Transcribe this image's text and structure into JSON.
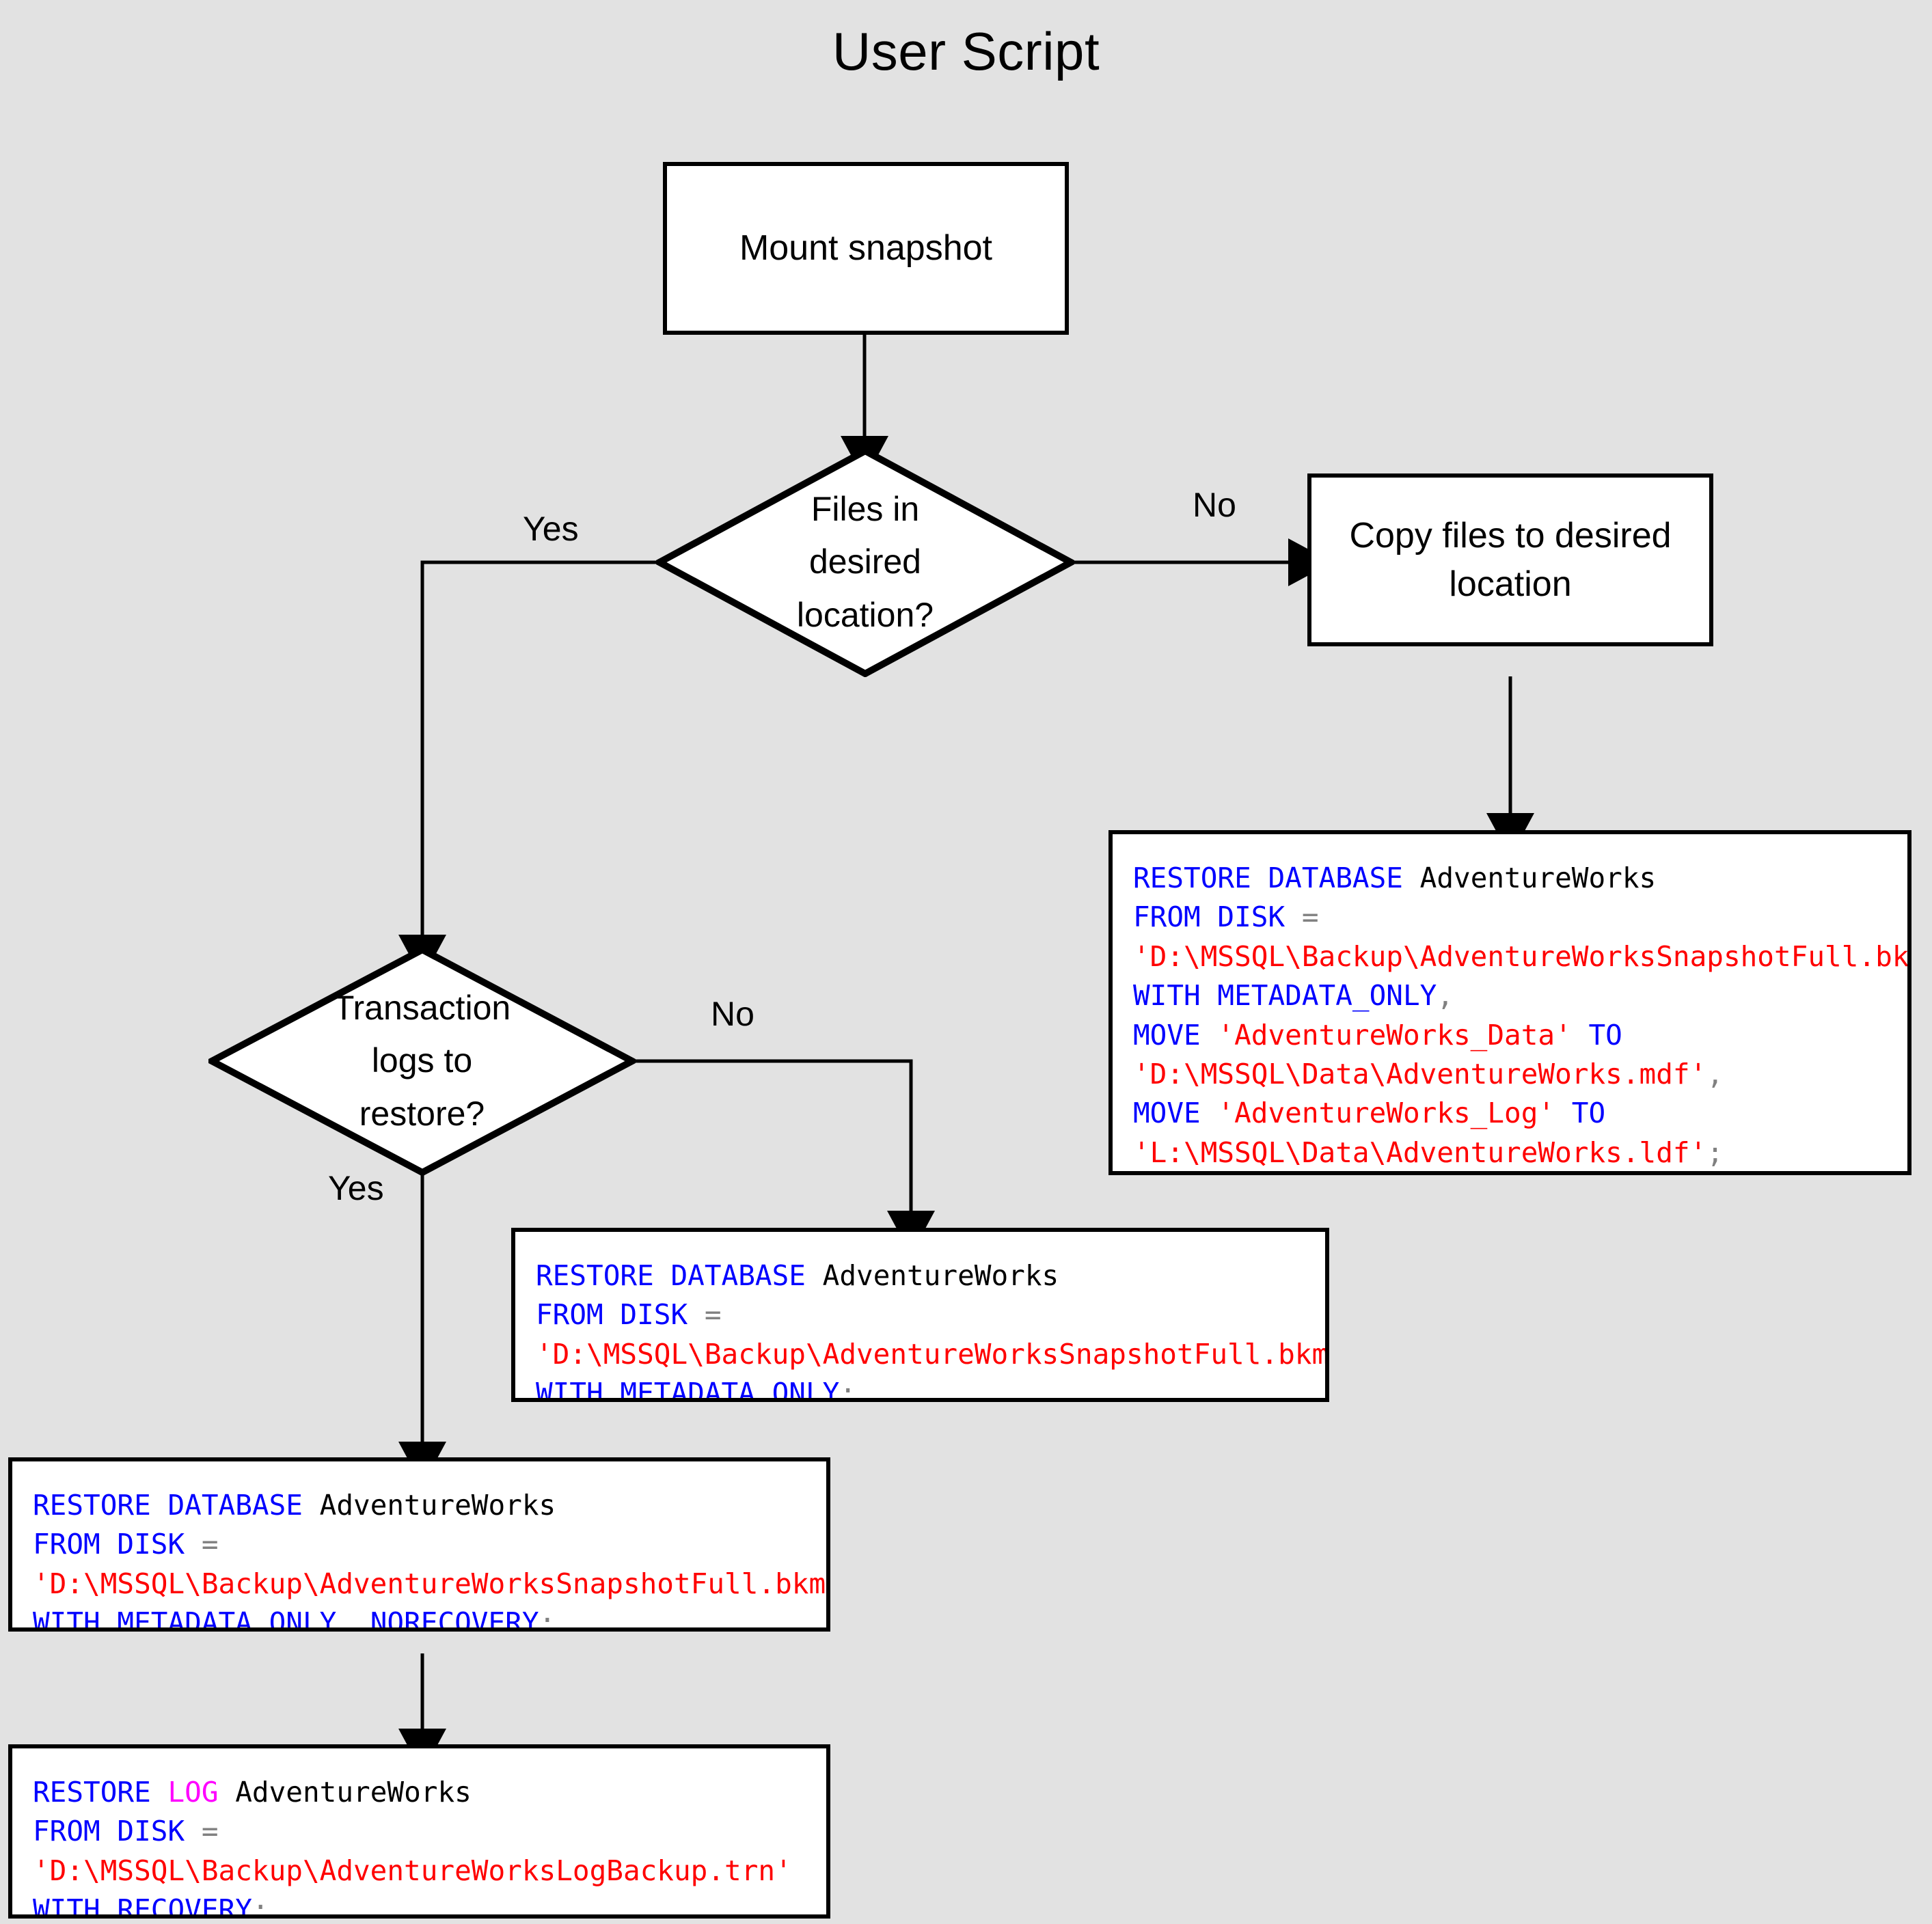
{
  "title": "User Script",
  "background_color": "#e2e2e2",
  "colors": {
    "keyword": "#0000ff",
    "log_keyword": "#ff00ff",
    "string": "#ff0000",
    "punctuation": "#808080",
    "identifier": "#000000",
    "shape_border": "#000000",
    "shape_fill": "#ffffff"
  },
  "nodes": {
    "mount_snapshot": {
      "label": "Mount snapshot",
      "type": "process"
    },
    "files_in_location": {
      "label": "Files in\ndesired\nlocation?",
      "type": "decision"
    },
    "copy_files": {
      "label": "Copy files to desired\nlocation",
      "type": "process"
    },
    "transaction_logs": {
      "label": "Transaction\nlogs to\nrestore?",
      "type": "decision"
    }
  },
  "edge_labels": {
    "files_yes": "Yes",
    "files_no": "No",
    "logs_no": "No",
    "logs_yes": "Yes"
  },
  "code_blocks": {
    "restore_with_move": {
      "name": "restore-database-with-move",
      "lines": [
        [
          {
            "t": "RESTORE DATABASE ",
            "c": "kw"
          },
          {
            "t": "AdventureWorks",
            "c": "idn"
          }
        ],
        [
          {
            "t": "FROM DISK ",
            "c": "kw"
          },
          {
            "t": "=",
            "c": "pun"
          }
        ],
        [
          {
            "t": "'D:\\MSSQL\\Backup\\AdventureWorksSnapshotFull.bkm'",
            "c": "str"
          }
        ],
        [
          {
            "t": "WITH METADATA_ONLY",
            "c": "kw"
          },
          {
            "t": ",",
            "c": "pun"
          }
        ],
        [
          {
            "t": "MOVE ",
            "c": "kw"
          },
          {
            "t": "'AdventureWorks_Data'",
            "c": "str"
          },
          {
            "t": " TO",
            "c": "kw"
          }
        ],
        [
          {
            "t": "'D:\\MSSQL\\Data\\AdventureWorks.mdf'",
            "c": "str"
          },
          {
            "t": ",",
            "c": "pun"
          }
        ],
        [
          {
            "t": "MOVE ",
            "c": "kw"
          },
          {
            "t": "'AdventureWorks_Log'",
            "c": "str"
          },
          {
            "t": " TO",
            "c": "kw"
          }
        ],
        [
          {
            "t": "'L:\\MSSQL\\Data\\AdventureWorks.ldf'",
            "c": "str"
          },
          {
            "t": ";",
            "c": "pun"
          }
        ]
      ]
    },
    "restore_metadata_only": {
      "name": "restore-database-metadata-only",
      "lines": [
        [
          {
            "t": "RESTORE DATABASE ",
            "c": "kw"
          },
          {
            "t": "AdventureWorks",
            "c": "idn"
          }
        ],
        [
          {
            "t": "FROM DISK ",
            "c": "kw"
          },
          {
            "t": "=",
            "c": "pun"
          }
        ],
        [
          {
            "t": "'D:\\MSSQL\\Backup\\AdventureWorksSnapshotFull.bkm'",
            "c": "str"
          }
        ],
        [
          {
            "t": "WITH METADATA_ONLY",
            "c": "kw"
          },
          {
            "t": ";",
            "c": "pun"
          }
        ]
      ]
    },
    "restore_norecovery": {
      "name": "restore-database-norecovery",
      "lines": [
        [
          {
            "t": "RESTORE DATABASE ",
            "c": "kw"
          },
          {
            "t": "AdventureWorks",
            "c": "idn"
          }
        ],
        [
          {
            "t": "FROM DISK ",
            "c": "kw"
          },
          {
            "t": "=",
            "c": "pun"
          }
        ],
        [
          {
            "t": "'D:\\MSSQL\\Backup\\AdventureWorksSnapshotFull.bkm'",
            "c": "str"
          }
        ],
        [
          {
            "t": "WITH METADATA_ONLY",
            "c": "kw"
          },
          {
            "t": ", ",
            "c": "pun"
          },
          {
            "t": "NORECOVERY",
            "c": "kw"
          },
          {
            "t": ";",
            "c": "pun"
          }
        ]
      ]
    },
    "restore_log_recovery": {
      "name": "restore-log-with-recovery",
      "lines": [
        [
          {
            "t": "RESTORE ",
            "c": "kw"
          },
          {
            "t": "LOG",
            "c": "log"
          },
          {
            "t": " ",
            "c": "kw"
          },
          {
            "t": "AdventureWorks",
            "c": "idn"
          }
        ],
        [
          {
            "t": "FROM DISK ",
            "c": "kw"
          },
          {
            "t": "=",
            "c": "pun"
          }
        ],
        [
          {
            "t": "'D:\\MSSQL\\Backup\\AdventureWorksLogBackup.trn'",
            "c": "str"
          }
        ],
        [
          {
            "t": "WITH RECOVERY",
            "c": "kw"
          },
          {
            "t": ";",
            "c": "pun"
          }
        ]
      ]
    }
  }
}
